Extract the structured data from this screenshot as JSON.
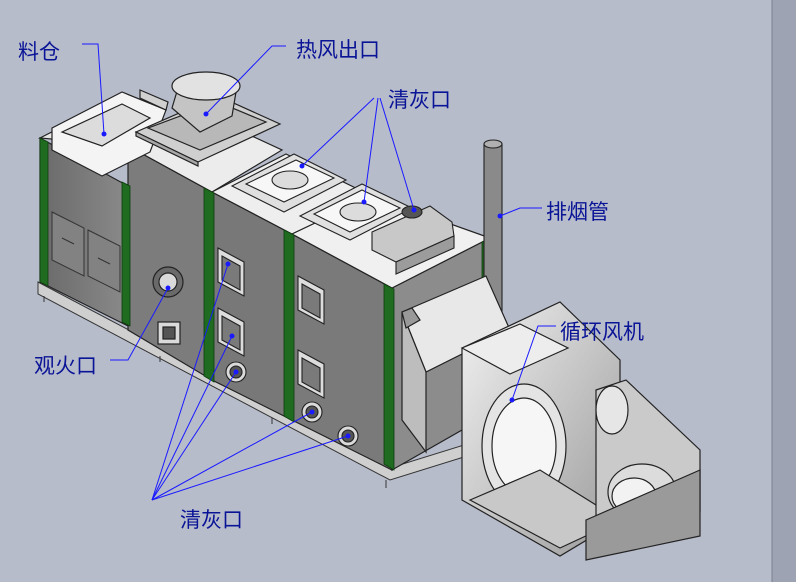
{
  "labels": {
    "hopper": "料仓",
    "hot_air_outlet": "热风出口",
    "ash_port_top": "清灰口",
    "chimney": "排烟管",
    "circulation_fan": "循环风机",
    "viewing_port": "观火口",
    "ash_port_bottom": "清灰口"
  },
  "colors": {
    "background": "#b7bccb",
    "label_text": "#0a1496",
    "leader_line": "#1a1aff",
    "body_panel": "#7a7a7a",
    "frame_green": "#1f6b1f",
    "sheet_light": "#efefef"
  }
}
